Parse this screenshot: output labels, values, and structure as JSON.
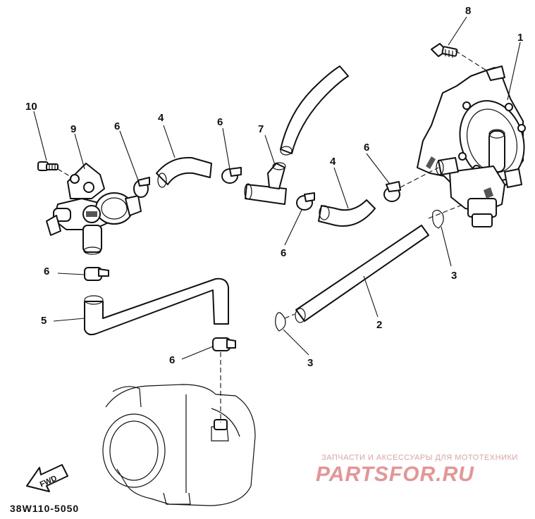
{
  "callouts": {
    "c1": "1",
    "c2": "2",
    "c3a": "3",
    "c3b": "3",
    "c4a": "4",
    "c4b": "4",
    "c5": "5",
    "c6a": "6",
    "c6b": "6",
    "c6c": "6",
    "c6d": "6",
    "c6e": "6",
    "c6f": "6",
    "c7": "7",
    "c8": "8",
    "c9": "9",
    "c10": "10"
  },
  "fwd_label": "FWD",
  "diagram_code": "38W110-5050",
  "watermark": {
    "tagline": "ЗАПЧАСТИ И АКСЕССУАРЫ ДЛЯ МОТОТЕХНИКИ",
    "brand": "PARTSFOR.RU",
    "color": "#e89494"
  }
}
